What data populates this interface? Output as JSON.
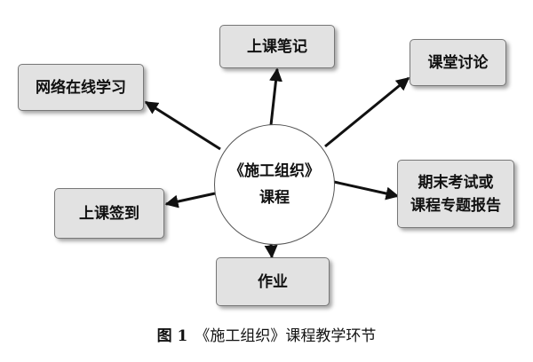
{
  "center": {
    "line1": "《施工组织》",
    "line2": "课程"
  },
  "nodes": {
    "notes": "上课笔记",
    "discussion": "课堂讨论",
    "online": "网络在线学习",
    "exam_line1": "期末考试或",
    "exam_line2": "课程专题报告",
    "signin": "上课签到",
    "homework": "作业"
  },
  "caption": {
    "label": "图 1",
    "text": "《施工组织》课程教学环节"
  }
}
